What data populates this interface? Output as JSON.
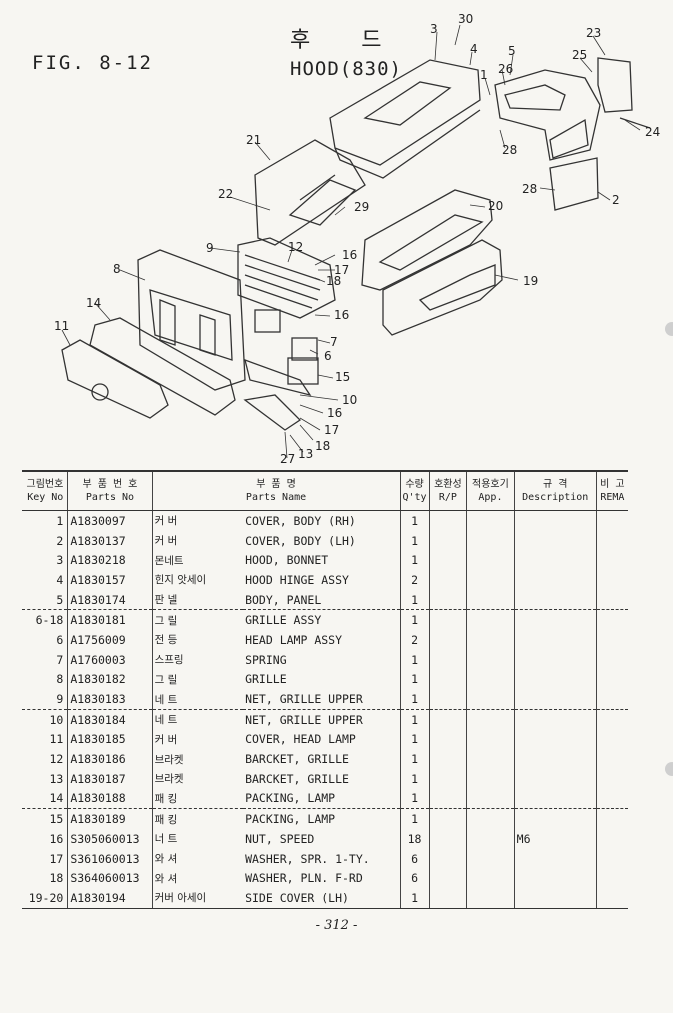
{
  "header": {
    "fig": "FIG. 8-12",
    "title_ko": "후 드",
    "title_en": "HOOD(830)"
  },
  "callouts": [
    "30",
    "3",
    "4",
    "5",
    "1",
    "26",
    "23",
    "25",
    "24",
    "28",
    "28",
    "2",
    "21",
    "22",
    "29",
    "20",
    "9",
    "12",
    "16",
    "17",
    "18",
    "8",
    "14",
    "16",
    "19",
    "11",
    "7",
    "6",
    "15",
    "10",
    "16",
    "17",
    "18",
    "13",
    "27"
  ],
  "table": {
    "headers": {
      "key": [
        "그림번호",
        "Key No"
      ],
      "part_no": [
        "부 품 번 호",
        "Parts No"
      ],
      "name": [
        "부 품 명",
        "Parts Name"
      ],
      "qty": [
        "수량",
        "Q'ty"
      ],
      "rp": [
        "호환성",
        "R/P"
      ],
      "app": [
        "적용호기",
        "App."
      ],
      "desc": [
        "규 격",
        "Description"
      ],
      "remarks": [
        "비 고",
        "REMA"
      ]
    },
    "rows": [
      {
        "key": "1",
        "no": "A1830097",
        "ko": "커 버",
        "en": "COVER, BODY (RH)",
        "qty": "1",
        "desc": ""
      },
      {
        "key": "2",
        "no": "A1830137",
        "ko": "커 버",
        "en": "COVER, BODY (LH)",
        "qty": "1",
        "desc": ""
      },
      {
        "key": "3",
        "no": "A1830218",
        "ko": "몬네트",
        "en": "HOOD, BONNET",
        "qty": "1",
        "desc": ""
      },
      {
        "key": "4",
        "no": "A1830157",
        "ko": "힌지 앗세이",
        "en": "HOOD HINGE ASSY",
        "qty": "2",
        "desc": ""
      },
      {
        "key": "5",
        "no": "A1830174",
        "ko": "판 넬",
        "en": "BODY, PANEL",
        "qty": "1",
        "desc": "",
        "dash": true
      },
      {
        "key": "6-18",
        "no": "A1830181",
        "ko": "그 릴",
        "en": "GRILLE ASSY",
        "qty": "1",
        "desc": ""
      },
      {
        "key": "6",
        "no": "A1756009",
        "ko": "전 등",
        "en": "HEAD LAMP ASSY",
        "qty": "2",
        "desc": ""
      },
      {
        "key": "7",
        "no": "A1760003",
        "ko": "스프링",
        "en": "SPRING",
        "qty": "1",
        "desc": ""
      },
      {
        "key": "8",
        "no": "A1830182",
        "ko": "그 릴",
        "en": "GRILLE",
        "qty": "1",
        "desc": ""
      },
      {
        "key": "9",
        "no": "A1830183",
        "ko": "네 트",
        "en": "NET, GRILLE UPPER",
        "qty": "1",
        "desc": "",
        "dash": true
      },
      {
        "key": "10",
        "no": "A1830184",
        "ko": "네 트",
        "en": "NET, GRILLE UPPER",
        "qty": "1",
        "desc": ""
      },
      {
        "key": "11",
        "no": "A1830185",
        "ko": "커 버",
        "en": "COVER, HEAD LAMP",
        "qty": "1",
        "desc": ""
      },
      {
        "key": "12",
        "no": "A1830186",
        "ko": "브라켓",
        "en": "BARCKET, GRILLE",
        "qty": "1",
        "desc": ""
      },
      {
        "key": "13",
        "no": "A1830187",
        "ko": "브라켓",
        "en": "BARCKET, GRILLE",
        "qty": "1",
        "desc": ""
      },
      {
        "key": "14",
        "no": "A1830188",
        "ko": "패 킹",
        "en": "PACKING, LAMP",
        "qty": "1",
        "desc": "",
        "dash": true
      },
      {
        "key": "15",
        "no": "A1830189",
        "ko": "패 킹",
        "en": "PACKING, LAMP",
        "qty": "1",
        "desc": ""
      },
      {
        "key": "16",
        "no": "S305060013",
        "ko": "너 트",
        "en": "NUT, SPEED",
        "qty": "18",
        "desc": "M6"
      },
      {
        "key": "17",
        "no": "S361060013",
        "ko": "와 셔",
        "en": "WASHER, SPR. 1-TY.",
        "qty": "6",
        "desc": ""
      },
      {
        "key": "18",
        "no": "S364060013",
        "ko": "와 셔",
        "en": "WASHER, PLN. F-RD",
        "qty": "6",
        "desc": ""
      },
      {
        "key": "19-20",
        "no": "A1830194",
        "ko": "커버 아세이",
        "en": "SIDE COVER (LH)",
        "qty": "1",
        "desc": ""
      }
    ]
  },
  "page_number": "- 312 -"
}
